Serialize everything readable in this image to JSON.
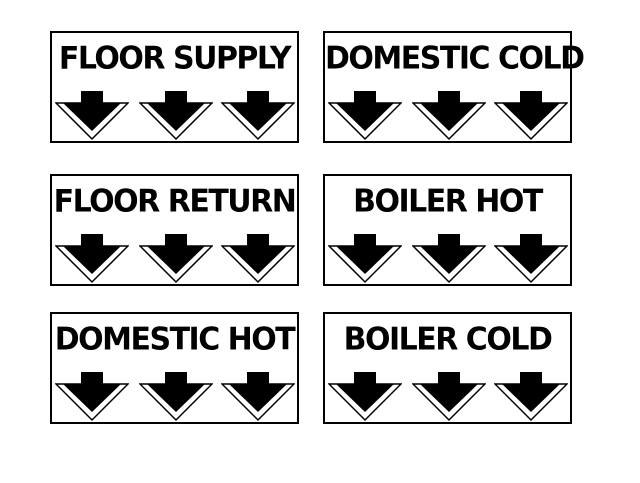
{
  "labels": [
    {
      "text": "FLOOR SUPPLY"
    },
    {
      "text": "DOMESTIC COLD"
    },
    {
      "text": "FLOOR RETURN"
    },
    {
      "text": "BOILER HOT"
    },
    {
      "text": "DOMESTIC HOT"
    },
    {
      "text": "BOILER COLD"
    }
  ],
  "icons": {
    "arrow": "down-arrow-icon"
  },
  "colors": {
    "ink": "#000000",
    "background": "#ffffff"
  }
}
